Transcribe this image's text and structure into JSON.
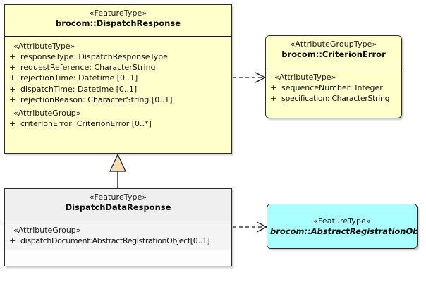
{
  "diagram": {
    "type": "uml-class-diagram",
    "background": "#ffffff",
    "colors": {
      "featuretype_fill": "#ffffcc",
      "attributegrouptype_fill": "#ffffcc",
      "subclass_header_fill": "#efefef",
      "subclass_body_fill": "#f4f4f4",
      "abstract_fill": "#aaffff",
      "border": "#2b2b2b",
      "generalization_triangle_fill": "#f5dcb4"
    }
  },
  "classes": {
    "dispatch_response": {
      "stereotype": "«FeatureType»",
      "name": "brocom::DispatchResponse",
      "abstract": false,
      "sections": [
        {
          "group_label": "«AttributeType»",
          "attributes": [
            {
              "visibility": "+",
              "text": "responseType: DispatchResponseType"
            },
            {
              "visibility": "+",
              "text": "requestReference: CharacterString"
            },
            {
              "visibility": "+",
              "text": "rejectionTime: Datetime [0..1]"
            },
            {
              "visibility": "+",
              "text": "dispatchTime: Datetime [0..1]"
            },
            {
              "visibility": "+",
              "text": "rejectionReason: CharacterString [0..1]"
            }
          ]
        },
        {
          "group_label": "«AttributeGroup»",
          "attributes": [
            {
              "visibility": "+",
              "text": "criterionError: CriterionError [0..*]"
            }
          ]
        }
      ]
    },
    "criterion_error": {
      "stereotype": "«AttributeGroupType»",
      "name": "brocom::CriterionError",
      "abstract": false,
      "sections": [
        {
          "group_label": "«AttributeType»",
          "attributes": [
            {
              "visibility": "+",
              "text": "sequenceNumber: Integer"
            },
            {
              "visibility": "+",
              "text": "specification: CharacterString"
            }
          ]
        }
      ]
    },
    "dispatch_data_response": {
      "stereotype": "«FeatureType»",
      "name": "DispatchDataResponse",
      "abstract": false,
      "sections": [
        {
          "group_label": "«AttributeGroup»",
          "attributes": [
            {
              "visibility": "+",
              "text": "dispatchDocument:AbstractRegistrationObject[0..1]"
            }
          ]
        }
      ]
    },
    "abstract_registration_object": {
      "stereotype": "«FeatureType»",
      "name": "brocom::AbstractRegistrationObject",
      "abstract": true,
      "sections": []
    }
  },
  "relationships": [
    {
      "kind": "dependency",
      "style": "dashed-open-arrow",
      "from": "dispatch_response",
      "to": "criterion_error"
    },
    {
      "kind": "generalization",
      "style": "solid-hollow-triangle",
      "from": "dispatch_data_response",
      "to": "dispatch_response"
    },
    {
      "kind": "dependency",
      "style": "dashed-open-arrow",
      "from": "dispatch_data_response",
      "to": "abstract_registration_object"
    }
  ]
}
